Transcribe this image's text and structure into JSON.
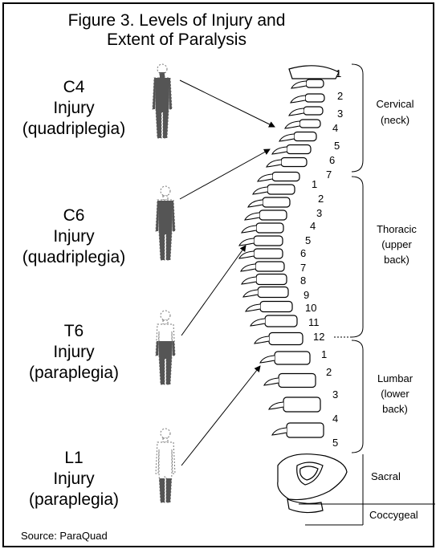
{
  "figure": {
    "title_line1": "Figure 3.  Levels of Injury and",
    "title_line2": "Extent of Paralysis",
    "source": "Source: ParaQuad"
  },
  "injuries": [
    {
      "level": "C4",
      "word": "Injury",
      "type": "(quadriplegia)"
    },
    {
      "level": "C6",
      "word": "Injury",
      "type": "(quadriplegia)"
    },
    {
      "level": "T6",
      "word": "Injury",
      "type": "(paraplegia)"
    },
    {
      "level": "L1",
      "word": "Injury",
      "type": "(paraplegia)"
    }
  ],
  "regions": {
    "cervical": {
      "line1": "Cervical",
      "line2": "(neck)",
      "numbers": [
        "1",
        "2",
        "3",
        "4",
        "5",
        "6",
        "7"
      ]
    },
    "thoracic": {
      "line1": "Thoracic",
      "line2": "(upper",
      "line3": "back)",
      "numbers": [
        "1",
        "2",
        "3",
        "4",
        "5",
        "6",
        "7",
        "8",
        "9",
        "10",
        "11",
        "12"
      ]
    },
    "lumbar": {
      "line1": "Lumbar",
      "line2": "(lower",
      "line3": "back)",
      "numbers": [
        "1",
        "2",
        "3",
        "4",
        "5"
      ]
    },
    "sacral": {
      "line1": "Sacral"
    },
    "coccygeal": {
      "line1": "Coccygeal"
    }
  }
}
